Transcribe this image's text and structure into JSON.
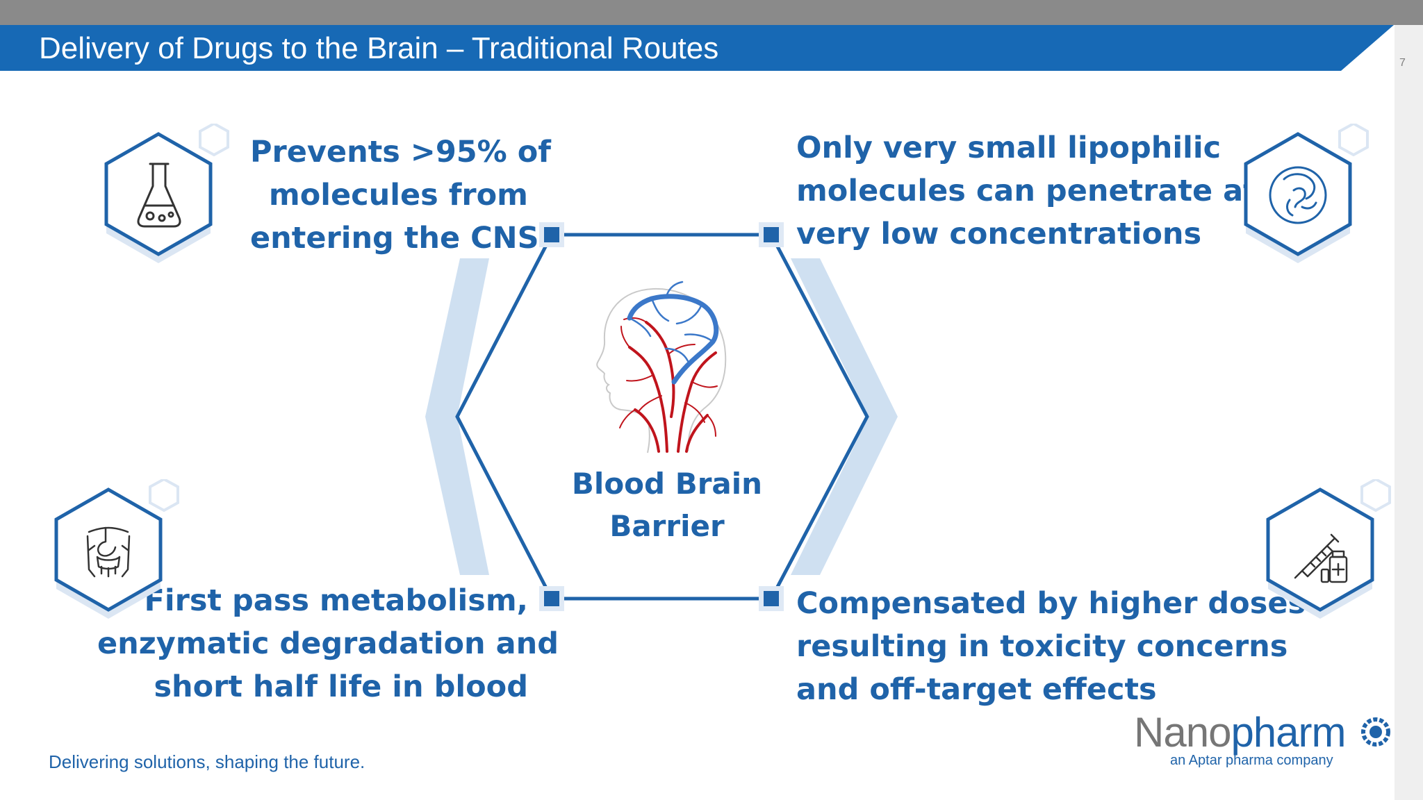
{
  "slide": {
    "title": "Delivery of Drugs to the Brain – Traditional Routes",
    "page_number": "7"
  },
  "center": {
    "line1": "Blood Brain",
    "line2": "Barrier"
  },
  "callouts": {
    "top_left": [
      "Prevents >95% of",
      "molecules from",
      "entering the CNS"
    ],
    "top_right": [
      "Only very small lipophilic",
      "molecules can penetrate at",
      "very low concentrations"
    ],
    "bottom_left": [
      "First pass metabolism,",
      "enzymatic degradation and",
      "short half life in blood"
    ],
    "bottom_right": [
      "Compensated by higher doses",
      "resulting in toxicity concerns",
      "and off-target effects"
    ]
  },
  "icons": {
    "top_left": "flask-icon",
    "top_right": "nasal-cavity-icon",
    "bottom_left": "digestive-system-icon",
    "bottom_right": "syringe-vial-icon",
    "center": "head-blood-vessels-icon"
  },
  "footer": {
    "tagline": "Delivering solutions, shaping the future.",
    "brand_prefix": "Nano",
    "brand_suffix": "pharm",
    "brand_sub": "an Aptar pharma company"
  },
  "colors": {
    "brand_blue": "#1f63a9",
    "title_bar_blue": "#1769b5",
    "light_blue": "#cfe0f1",
    "header_gray": "#8a8a8a",
    "artery_red": "#c0141c",
    "vein_blue": "#3b78c9"
  }
}
